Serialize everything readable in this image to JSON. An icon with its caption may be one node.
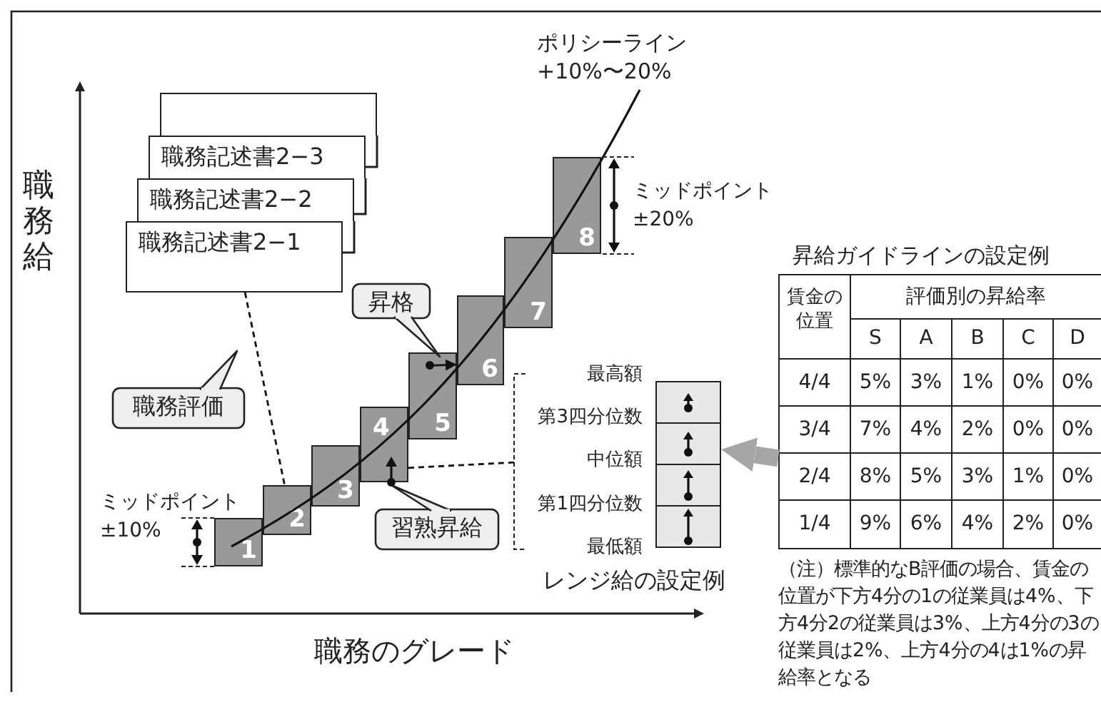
{
  "diagram": {
    "nodes": [
      {
        "text": [],
        "shape": "box"
      },
      {
        "text": [
          "職務記述書2−3"
        ]
      },
      {
        "text": [
          "職務記述書2−2"
        ]
      },
      {
        "text": [
          "職務記述書2−1"
        ]
      },
      {
        "text": [
          "1"
        ]
      },
      {
        "text": [
          "2"
        ]
      },
      {
        "text": [
          "3"
        ]
      },
      {
        "text": [
          "4"
        ]
      },
      {
        "text": [
          "5"
        ]
      },
      {
        "text": [
          "6"
        ]
      },
      {
        "text": [
          "7"
        ]
      },
      {
        "text": [
          "8"
        ]
      },
      {
        "text": [
          "職務評価"
        ]
      },
      {
        "text": [
          "昇格"
        ]
      },
      {
        "text": [
          "習熟昇給"
        ]
      },
      {
        "text": [
          "レンジ給の設定例"
        ],
        "beside": [
          "最高額",
          "第3四分位数",
          "中位額",
          "第1四分位数",
          "最低額"
        ]
      },
      {
        "text": [
          "昇給ガイドラインの設定例"
        ]
      }
    ],
    "edges": [
      {
        "from": 3,
        "to": 5,
        "arrow": "none",
        "style": "dashed"
      },
      {
        "from": 8,
        "to": 9,
        "arrow": "to"
      },
      {
        "from": 7,
        "to": null,
        "arrow": "none",
        "style": "dashed"
      },
      {
        "from": 16,
        "to": 15,
        "arrow": "to",
        "style": "thick",
        "color": "#a6a6a6"
      }
    ],
    "labels": [
      "ポリシーライン +10%〜20%",
      "職務給",
      "ミッドポイント ±20%",
      "賃金の位置",
      "評価別の昇給率",
      "S",
      "A",
      "B",
      "C",
      "D",
      "4/4",
      "5%",
      "3%",
      "1%",
      "0%",
      "0%",
      "3/4",
      "7%",
      "4%",
      "2%",
      "0%",
      "0%",
      "2/4",
      "8%",
      "5%",
      "3%",
      "1%",
      "0%",
      "1/4",
      "9%",
      "6%",
      "4%",
      "2%",
      "0%",
      "ミッドポイント ±10%",
      "（注）標準的なB評価の場合、賃金の位置が下方4分の1の従業員は4%、下方4分2の従業員は3%、上方4分の3の従業員は2%、上方4分の4は1%の昇給率となる",
      "職務のグレード"
    ]
  }
}
